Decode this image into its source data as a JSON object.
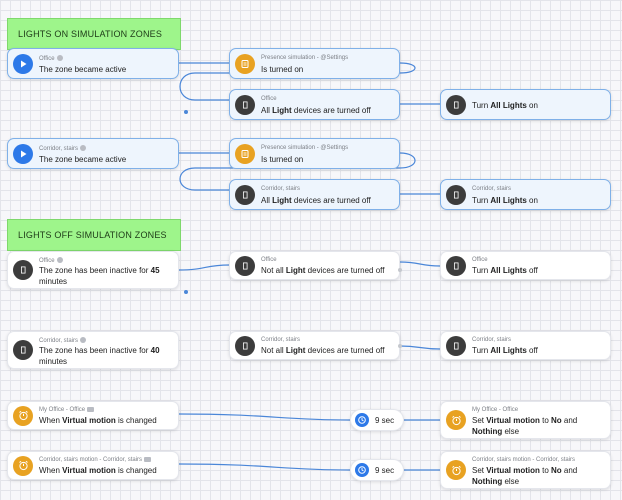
{
  "sections": {
    "on_title": "LIGHTS ON SIMULATION ZONES",
    "off_title": "LIGHTS OFF SIMULATION ZONES"
  },
  "nodes": {
    "n1": {
      "sub": "Office",
      "pre": "The zone became active",
      "bold": "",
      "post": "",
      "icon": "play-icon"
    },
    "n2": {
      "sub": "Presence simulation - @Settings",
      "pre": "Is turned on",
      "bold": "",
      "post": "",
      "icon": "presence-simulation-icon"
    },
    "n3": {
      "sub": "Office",
      "pre": "All ",
      "bold": "Light",
      "post": " devices are turned off",
      "icon": "door-icon"
    },
    "n4": {
      "sub": "",
      "pre": "Turn ",
      "bold": "All Lights",
      "post": " on",
      "icon": "door-icon"
    },
    "n5": {
      "sub": "Corridor, stairs",
      "pre": "The zone became active",
      "bold": "",
      "post": "",
      "icon": "play-icon"
    },
    "n6": {
      "sub": "Presence simulation - @Settings",
      "pre": "Is turned on",
      "bold": "",
      "post": "",
      "icon": "presence-simulation-icon"
    },
    "n7": {
      "sub": "Corridor, stairs",
      "pre": "All ",
      "bold": "Light",
      "post": " devices are turned off",
      "icon": "door-icon"
    },
    "n8": {
      "sub": "Corridor, stairs",
      "pre": "Turn ",
      "bold": "All Lights",
      "post": " on",
      "icon": "door-icon"
    },
    "n9": {
      "sub": "Office",
      "pre": "The zone has been inactive for ",
      "bold": "45",
      "post": " minutes",
      "icon": "door-icon"
    },
    "n10": {
      "sub": "Office",
      "pre": "Not all ",
      "bold": "Light",
      "post": " devices are turned off",
      "icon": "door-icon"
    },
    "n11": {
      "sub": "Office",
      "pre": "Turn ",
      "bold": "All Lights",
      "post": " off",
      "icon": "door-icon"
    },
    "n12": {
      "sub": "Corridor, stairs",
      "pre": "The zone has been inactive for ",
      "bold": "40",
      "post": " minutes",
      "icon": "door-icon"
    },
    "n13": {
      "sub": "Corridor, stairs",
      "pre": "Not all ",
      "bold": "Light",
      "post": " devices are turned off",
      "icon": "door-icon"
    },
    "n14": {
      "sub": "Corridor, stairs",
      "pre": "Turn ",
      "bold": "All Lights",
      "post": " off",
      "icon": "door-icon"
    },
    "n15": {
      "sub": "My Office - Office",
      "pre": "When ",
      "bold": "Virtual motion",
      "post": "  is changed",
      "icon": "timer-icon"
    },
    "n16": {
      "sub": "My Office - Office",
      "pre": "Set ",
      "bold": "Virtual motion",
      "mid": " to ",
      "bold2": "No",
      "mid2": " and ",
      "bold3": "Nothing",
      "post": " else",
      "icon": "timer-icon"
    },
    "n17": {
      "sub": "Corridor, stairs motion - Corridor, stairs",
      "pre": "When ",
      "bold": "Virtual motion",
      "post": "  is changed",
      "icon": "timer-icon"
    },
    "n18": {
      "sub": "Corridor, stairs motion - Corridor, stairs",
      "pre": "Set ",
      "bold": "Virtual motion",
      "mid": " to ",
      "bold2": "No",
      "mid2": " and ",
      "bold3": "Nothing",
      "post": " else",
      "icon": "timer-icon"
    }
  },
  "delays": {
    "d1": "9 sec",
    "d2": "9 sec"
  },
  "colors": {
    "accent": "#2d79e8",
    "wire": "#4a86d8",
    "section_green": "#9ef58b",
    "icon_orange": "#e8a222",
    "icon_dark": "#3c3c3c"
  }
}
